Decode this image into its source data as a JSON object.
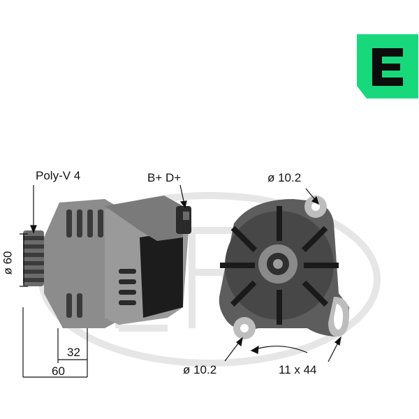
{
  "labels": {
    "poly_v": "Poly-V 4",
    "terminals": "B+ D+",
    "diameter_top": "ø 10.2",
    "diameter_side": "ø 60",
    "dim_32": "32",
    "dim_60": "60",
    "diameter_bottom": "ø 10.2",
    "thread": "11 x 44"
  },
  "colors": {
    "brand_green": "#18d87c",
    "line": "#111111"
  },
  "icons": [
    "era-logo-icon",
    "alternator-side-view",
    "alternator-front-view",
    "era-watermark"
  ]
}
